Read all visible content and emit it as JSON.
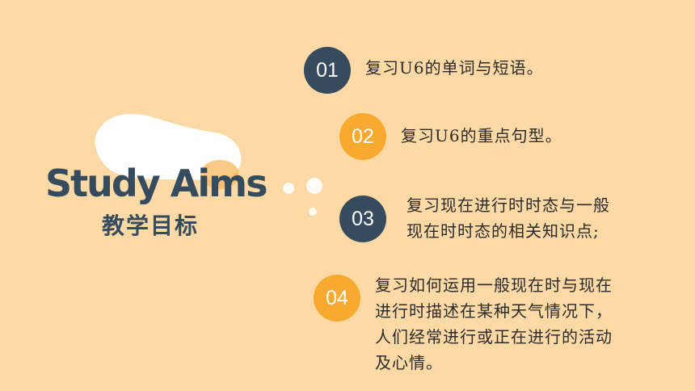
{
  "title": {
    "english": "Study Aims",
    "chinese": "教学目标"
  },
  "aims": [
    {
      "number": "01",
      "color": "#364B5D",
      "lines": [
        "复习U6的单词与短语。"
      ]
    },
    {
      "number": "02",
      "color": "#F8AA30",
      "lines": [
        "复习U6的重点句型。"
      ]
    },
    {
      "number": "03",
      "color": "#364B5D",
      "lines": [
        "复习现在进行时时态与一般",
        "现在时时态的相关知识点;"
      ]
    },
    {
      "number": "04",
      "color": "#F8AA30",
      "lines": [
        "复习如何运用一般现在时与现在",
        "进行时描述在某种天气情况下，",
        "人们经常进行或正在进行的活动",
        "及心情。"
      ]
    }
  ]
}
